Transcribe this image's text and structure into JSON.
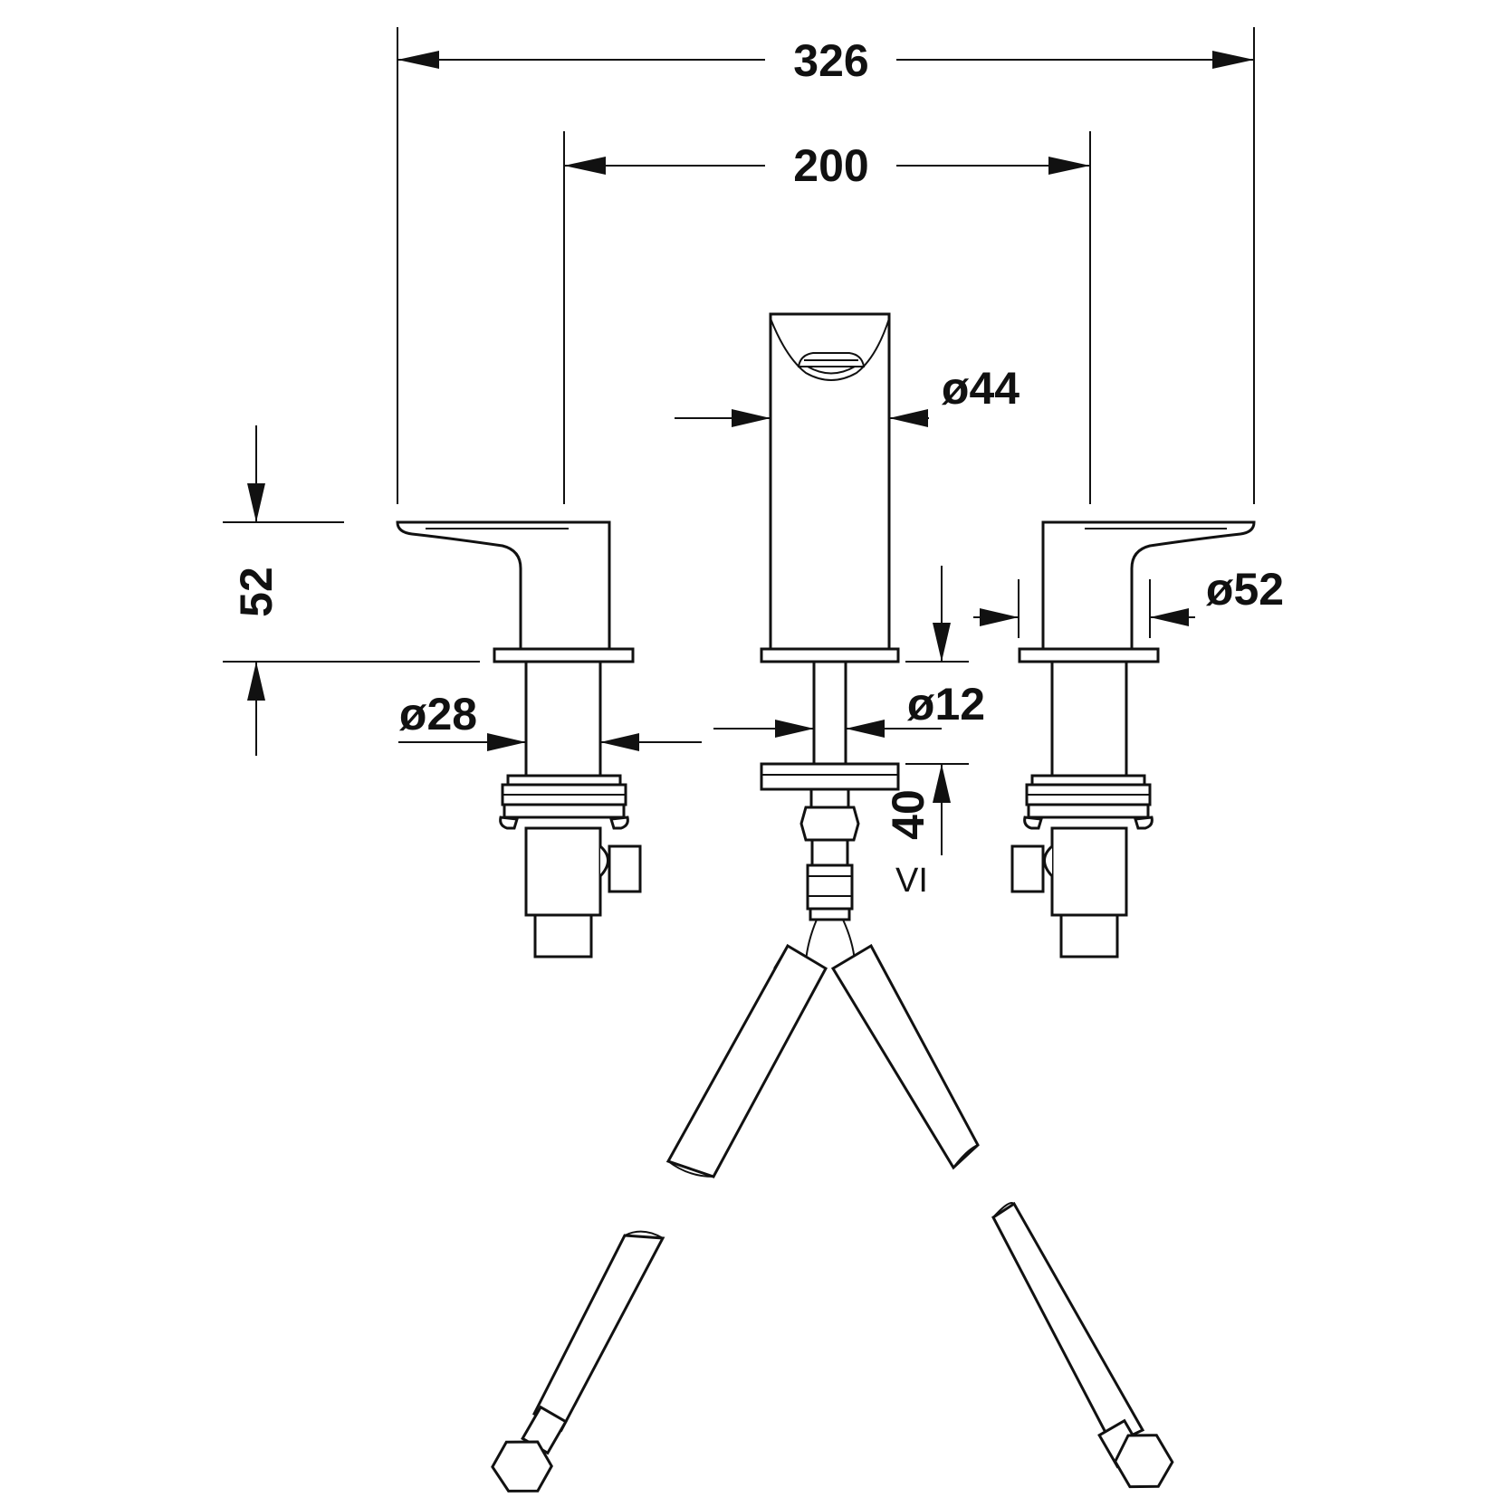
{
  "dimensions": {
    "overall_width": "326",
    "spread": "200",
    "spout_diameter": "ø44",
    "handle_diameter": "ø52",
    "shank_diameter": "ø28",
    "spout_shank_diameter": "ø12",
    "handle_height": "52",
    "max_thickness": "40",
    "max_thickness_symbol": "VI"
  },
  "colors": {
    "line": "#111111",
    "background": "#ffffff"
  }
}
